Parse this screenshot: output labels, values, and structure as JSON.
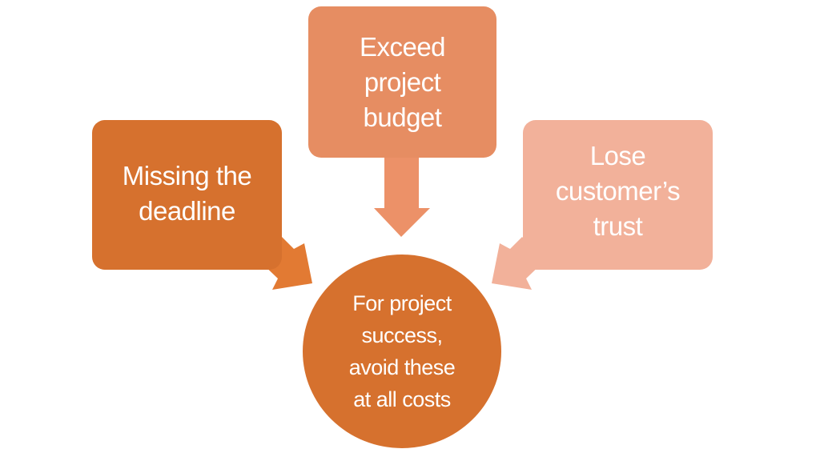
{
  "diagram": {
    "center": {
      "label": "For project\nsuccess,\navoid these\nat all costs"
    },
    "causes": [
      {
        "label": "Missing the\ndeadline"
      },
      {
        "label": "Exceed\nproject\nbudget"
      },
      {
        "label": "Lose\ncustomer’s\ntrust"
      }
    ]
  },
  "colors": {
    "dark": "#D6712E",
    "medium": "#E68D62",
    "light": "#F2B19A",
    "arrow_left": "#E27A33",
    "arrow_down": "#EC9168"
  }
}
